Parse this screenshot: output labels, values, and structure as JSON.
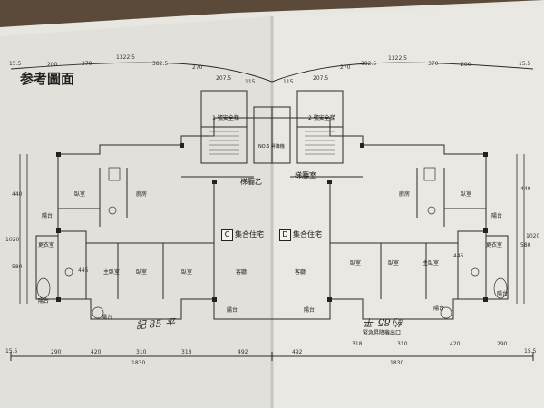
{
  "drawing": {
    "title": "参考圖面",
    "top_dims_left": [
      "15.5",
      "200",
      "370",
      "1322.5",
      "382.5",
      "270"
    ],
    "top_dims_mid": [
      "207.5",
      "115",
      "115",
      "207.5"
    ],
    "top_dims_right": [
      "270",
      "382.5",
      "1322.5",
      "370",
      "200",
      "15.5"
    ],
    "bottom_dims": [
      "15.5",
      "290",
      "420",
      "310",
      "318",
      "492",
      "492",
      "318",
      "310",
      "420",
      "290",
      "15.5"
    ],
    "bottom_totals": [
      "1830",
      "1830"
    ],
    "left_vdims": [
      "440",
      "1020",
      "580",
      "445"
    ],
    "right_vdims": [
      "440",
      "1020",
      "580",
      "445"
    ],
    "labels": {
      "unit_c_letter": "C",
      "unit_c": "集合住宅",
      "unit_d_letter": "D",
      "unit_d": "集合住宅",
      "hall": "梯廳乙",
      "stair_left": "1 號安全梯",
      "stair_right": "2 號安全梯",
      "elev_right": "NO.6 昇降機",
      "lounge": "梯廳室",
      "bottom_note": "緊急昇降機出口",
      "note_left": "記 85 平",
      "note_right": "約 85 平"
    },
    "rooms_left": [
      "臥室",
      "廚房",
      "陽台",
      "更衣室",
      "主臥室",
      "臥室",
      "臥室",
      "客廳",
      "陽台",
      "陽台",
      "陽台"
    ],
    "rooms_right": [
      "臥室",
      "廚房",
      "陽台",
      "更衣室",
      "主臥室",
      "臥室",
      "臥室",
      "客廳",
      "陽台",
      "陽台",
      "陽台"
    ]
  }
}
